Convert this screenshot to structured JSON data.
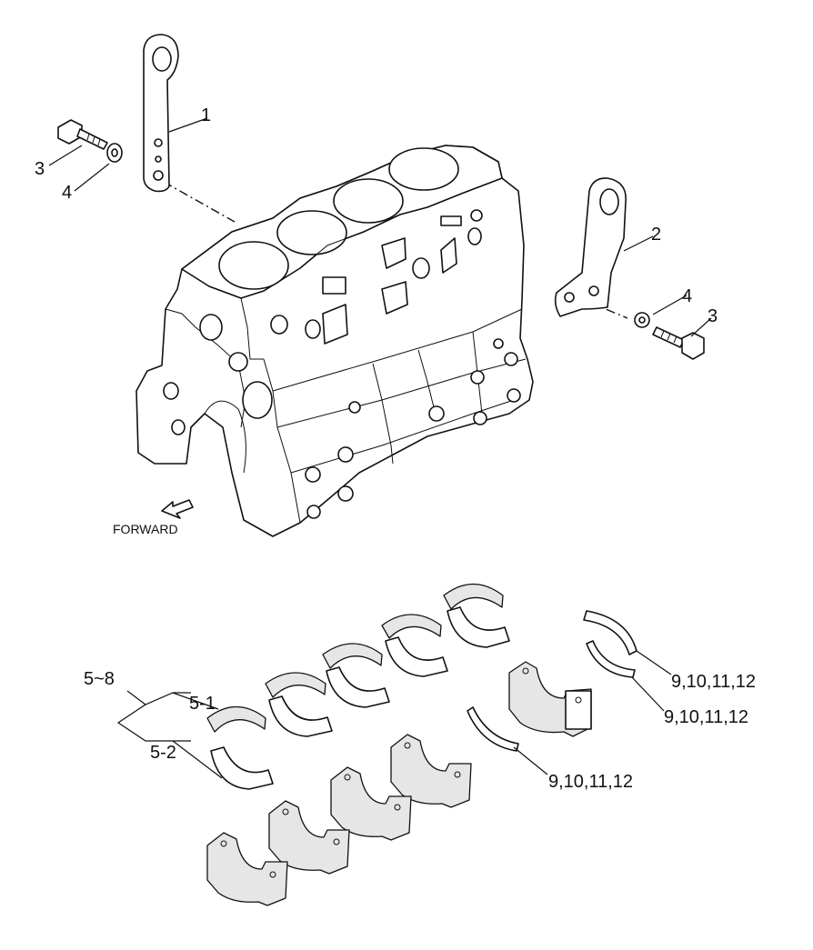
{
  "labels": {
    "hanger_front": "1",
    "hanger_rear": "2",
    "bolt_left": "3",
    "washer_left": "4",
    "washer_right": "4",
    "bolt_right": "3",
    "bearing_set": "5~8",
    "bearing_upper": "5-1",
    "bearing_lower": "5-2",
    "thrust_a": "9,10,11,12",
    "thrust_b": "9,10,11,12",
    "thrust_c": "9,10,11,12"
  },
  "forward_label": "FORWARD"
}
